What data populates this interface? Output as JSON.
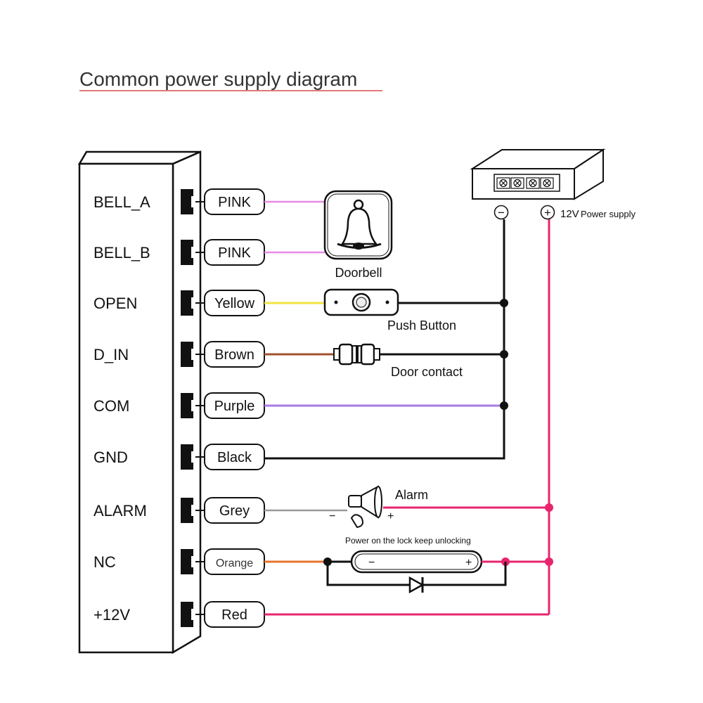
{
  "title": "Common power supply diagram",
  "terminals": [
    {
      "label": "BELL_A",
      "wire": "PINK",
      "color": "#e88ae8"
    },
    {
      "label": "BELL_B",
      "wire": "PINK",
      "color": "#e88ae8"
    },
    {
      "label": "OPEN",
      "wire": "Yellow",
      "color": "#f2e640"
    },
    {
      "label": "D_IN",
      "wire": "Brown",
      "color": "#a0522d"
    },
    {
      "label": "COM",
      "wire": "Purple",
      "color": "#a878e8"
    },
    {
      "label": "GND",
      "wire": "Black",
      "color": "#111111"
    },
    {
      "label": "ALARM",
      "wire": "Grey",
      "color": "#999999"
    },
    {
      "label": "NC",
      "wire": "Orange",
      "color": "#e8742e"
    },
    {
      "label": "+12V",
      "wire": "Red",
      "color": "#e8246e"
    }
  ],
  "devices": {
    "doorbell": "Doorbell",
    "push_button": "Push Button",
    "door_contact": "Door contact",
    "alarm": "Alarm",
    "lock_note": "Power on the lock keep unlocking"
  },
  "power_supply": {
    "label": "12V",
    "sublabel": "Power supply",
    "minus": "−",
    "plus": "+"
  },
  "polarity": {
    "minus": "−",
    "plus": "+"
  },
  "colors": {
    "power_positive": "#e8246e",
    "title_underline": "#d84a4a"
  }
}
